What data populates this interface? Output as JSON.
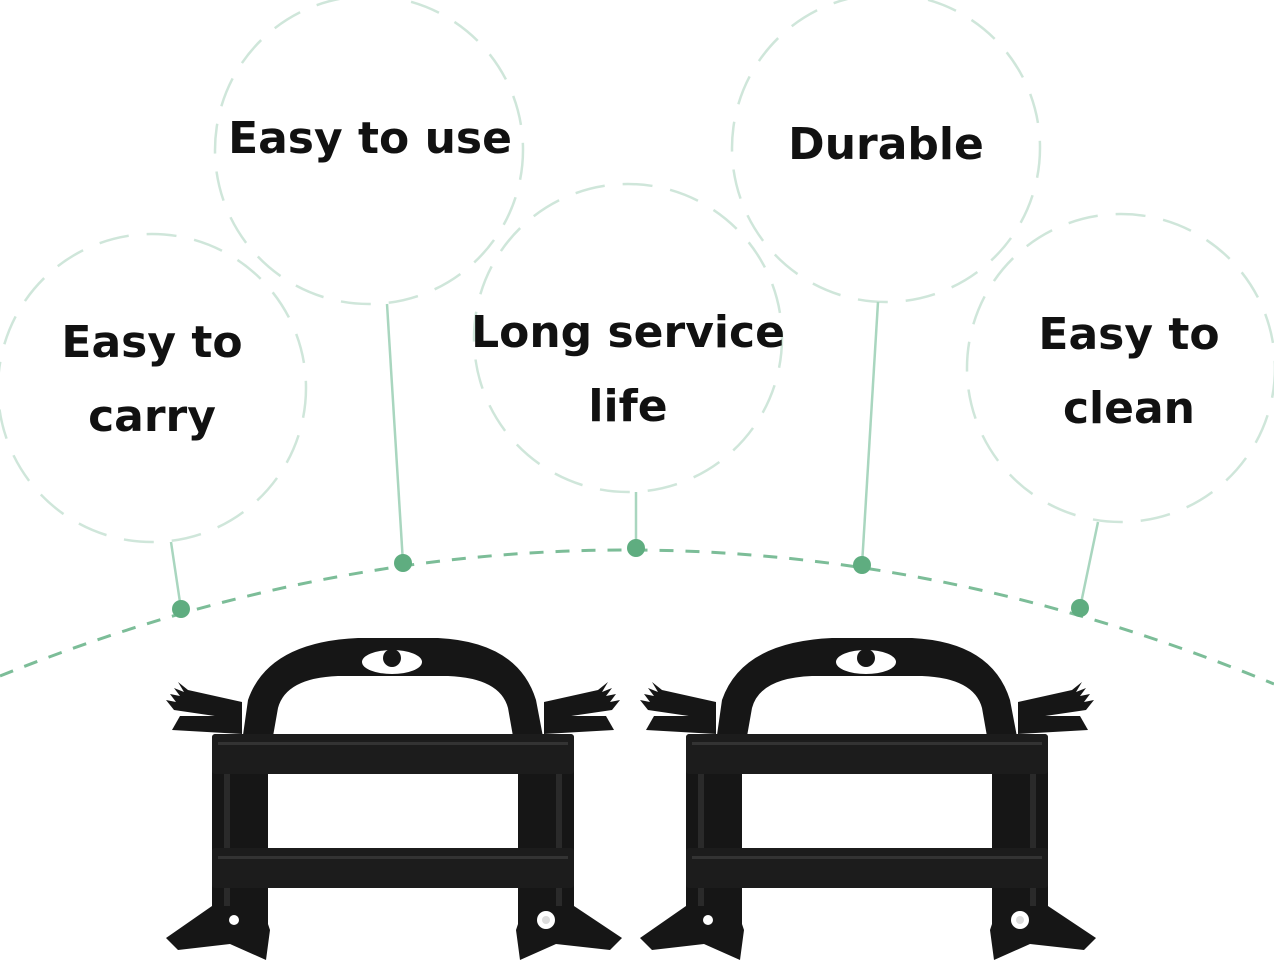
{
  "features": [
    {
      "id": "easy-to-carry",
      "lines": [
        "Easy to",
        "carry"
      ]
    },
    {
      "id": "easy-to-use",
      "lines": [
        "Easy to use"
      ]
    },
    {
      "id": "long-service-life",
      "lines": [
        "Long service",
        "life"
      ]
    },
    {
      "id": "durable",
      "lines": [
        "Durable"
      ]
    },
    {
      "id": "easy-to-clean",
      "lines": [
        "Easy to",
        "clean"
      ]
    }
  ],
  "colors": {
    "circle_dash": "#cfe6da",
    "connector": "#a9d6bf",
    "arc_dash": "#7cbd98",
    "dot": "#5fad80",
    "product": "#161616",
    "text": "#111111"
  },
  "product": {
    "name_icon": "cable-reel-frame",
    "count": 2
  }
}
